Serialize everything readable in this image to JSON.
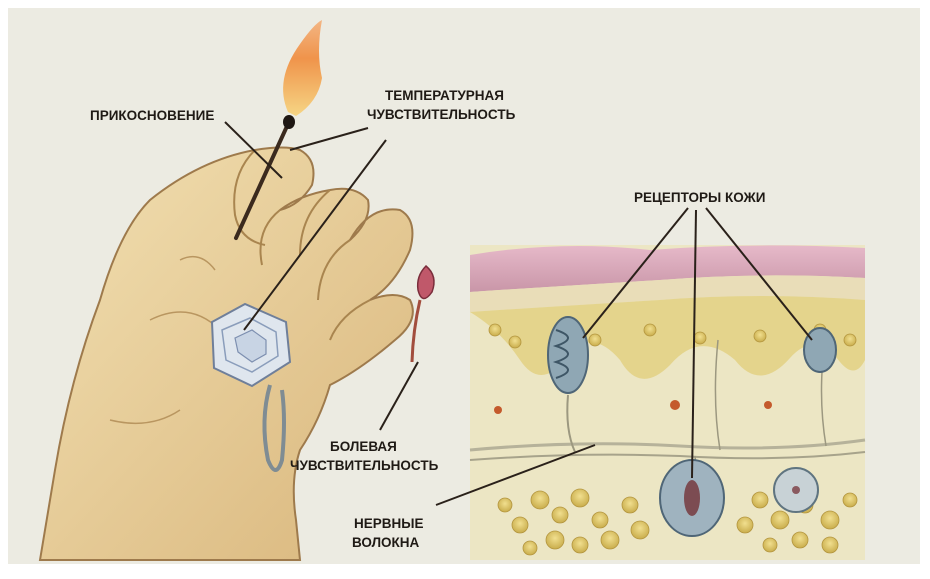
{
  "labels": {
    "touch": "ПРИКОСНОВЕНИЕ",
    "temperature_1": "ТЕМПЕРАТУРНАЯ",
    "temperature_2": "ЧУВСТВИТЕЛЬНОСТЬ",
    "receptors": "РЕЦЕПТОРЫ КОЖИ",
    "pain_1": "БОЛЕВАЯ",
    "pain_2": "ЧУВСТВИТЕЛЬНОСТЬ",
    "nerves_1": "НЕРВНЫЕ",
    "nerves_2": "ВОЛОКНА"
  },
  "colors": {
    "background": "#ecebe2",
    "skin_hand": "#ead5a3",
    "skin_shadow": "#c9a66f",
    "epidermis": "#d7a8bb",
    "dermis": "#ece6c4",
    "fat_cells": "#d9c46c",
    "receptor_blue": "#8fa7b4",
    "flame": "#f08a3a",
    "outline": "#7d5c3b"
  },
  "icons": [
    "match-icon",
    "flame-icon",
    "ice-cube-icon",
    "pin-icon",
    "hand-illustration",
    "skin-section-illustration"
  ]
}
